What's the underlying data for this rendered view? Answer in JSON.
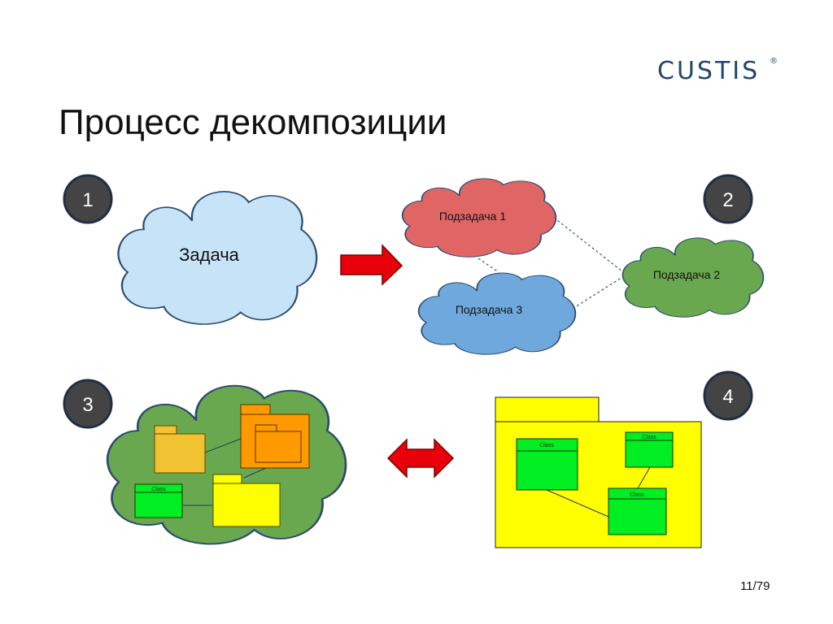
{
  "brand": {
    "logo_text": "CUSTIS",
    "registered_mark": "®"
  },
  "slide": {
    "title": "Процесс декомпозиции",
    "page_number": "11/79"
  },
  "steps": {
    "step1": {
      "number": "1",
      "task_label": "Задача"
    },
    "step2": {
      "number": "2",
      "subtask1": "Подзадача 1",
      "subtask2": "Подзадача 2",
      "subtask3": "Подзадача 3"
    },
    "step3": {
      "number": "3",
      "class_label": "Class"
    },
    "step4": {
      "number": "4",
      "class_label_a": "Class",
      "class_label_b": "Class",
      "class_label_c": "Class"
    }
  },
  "colors": {
    "badge": "#444444",
    "task_cloud": "#c6e3f7",
    "subtask1_cloud": "#e06666",
    "subtask2_cloud": "#6aa84f",
    "subtask3_cloud": "#6fa8dc",
    "step3_cloud": "#6aa84f",
    "arrow": "#e8000a",
    "class_box": "#00ee22",
    "package_yellow": "#ffff00",
    "package_gold": "#f1c232",
    "package_orange": "#ff9900"
  }
}
